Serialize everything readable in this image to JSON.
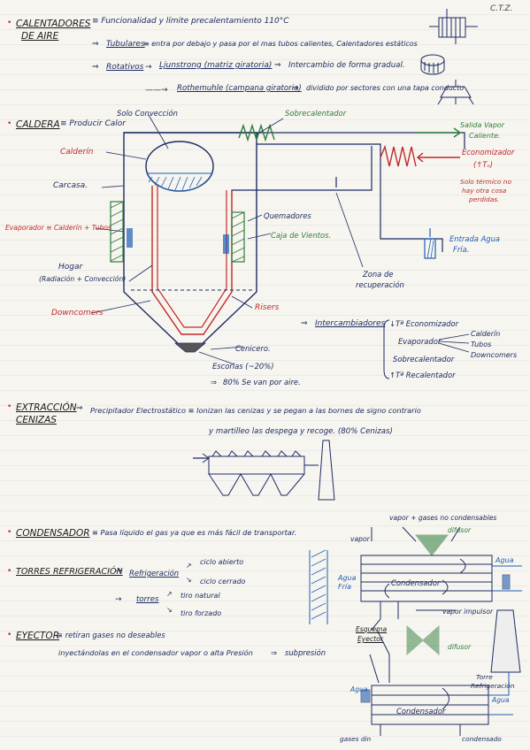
{
  "corner_initials": "C.T.Z.",
  "colors": {
    "ink": "#1c2c63",
    "red": "#c0282a",
    "green": "#2f7d3d",
    "blue": "#1e5fb3"
  },
  "calentadores": {
    "heading_line1": "CALENTADORES",
    "heading_line2": "DE AIRE",
    "def": "≡ Funcionalidad y límite precalentamiento 110°C",
    "tubulares": "Tubulares",
    "tubulares_def": "≡ entra por debajo y pasa por el mas tubos calientes, Calentadores estáticos",
    "rotativos": "Rotativos",
    "ljungstrom": "Ljunstrong (matriz giratoria)",
    "ljungstrom_result": "Intercambio de forma gradual.",
    "rothemuhle": "Rothemuhle (campana giratoria)",
    "rothemuhle_result": "dividido por sectores con una tapa conducto"
  },
  "caldera": {
    "heading": "CALDERA",
    "def": "≡ Producir Calor",
    "labels": {
      "solo_conveccion": "Solo Convección",
      "sobrecalentador": "Sobrecalentador",
      "salida_vapor_1": "Salida Vapor",
      "salida_vapor_2": "Caliente.",
      "calderin": "Calderín",
      "economizador": "Economizador",
      "tn": "(↑Tₙ)",
      "solo_termico_1": "Solo térmico no",
      "solo_termico_2": "hay otra cosa",
      "solo_termico_3": "perdidas.",
      "carcasa": "Carcasa.",
      "evaporador": "Evaporador ≡ Calderín + Tubos",
      "quemadores": "Quemadores",
      "caja_vientos": "Caja de Vientos.",
      "entrada_agua_1": "Entrada Agua",
      "entrada_agua_2": "Fría.",
      "hogar_1": "Hogar",
      "hogar_2": "(Radiación + Convección)",
      "zona_recuperacion_1": "Zona de",
      "zona_recuperacion_2": "recuperación",
      "downcomers": "Downcomers",
      "risers": "Risers",
      "cenicero": "Cenicero.",
      "escorias": "Escorias (~20%)",
      "ochenta": "80% Se van por aire."
    },
    "intercambiadores": {
      "title": "Intercambiadores",
      "t1": "↓Tª Economizador",
      "evaporador": "Evaporador",
      "calderin": "Calderín",
      "tubos": "Tubos",
      "downcomers": "Downcomers",
      "sobrecalentador": "Sobrecalentador",
      "t2": "↑Tª Recalentador"
    }
  },
  "extraccion": {
    "heading_line1": "EXTRACCIÓN",
    "heading_line2": "CENIZAS",
    "line1": "Precipitador Electrostático ≡ Ionizan las cenizas y se pegan a las bornes de signo contrario",
    "line2": "y martilleo las despega y recoge. (80% Cenizas)"
  },
  "condensador": {
    "heading": "CONDENSADOR",
    "def": "≡ Pasa líquido el gas ya que es más fácil de transportar.",
    "vapor_gases": "vapor + gases no condensables",
    "difusor": "difusor",
    "vapor": "vapor",
    "agua_fria_1": "Agua",
    "agua_fria_2": "Fría",
    "agua_right": "Agua",
    "condensador_label": "Condensador",
    "vapor_impulsor": "vapor impulsor",
    "esquema_1": "Esquema",
    "esquema_2": "Eyector",
    "difusor2": "difusor",
    "torre_1": "Torre",
    "torre_2": "Refrigeración",
    "agua_torre": "Agua",
    "agua_low": "Agua",
    "condensador_label2": "Condensador",
    "gases_din": "gases din",
    "condensado": "condensado"
  },
  "torres": {
    "heading": "TORRES REFRIGERACIÓN",
    "refrigeracion": "Refrigeración",
    "ciclo_abierto": "ciclo abierto",
    "ciclo_cerrado": "ciclo cerrado",
    "torres": "torres",
    "tiro_natural": "tiro natural",
    "tiro_forzado": "tiro forzado"
  },
  "eyector": {
    "heading": "EYECTOR",
    "line1": "≡ retiran gases no deseables",
    "line2": "inyectándolas en el condensador vapor o alta Presión",
    "result": "subpresión"
  }
}
